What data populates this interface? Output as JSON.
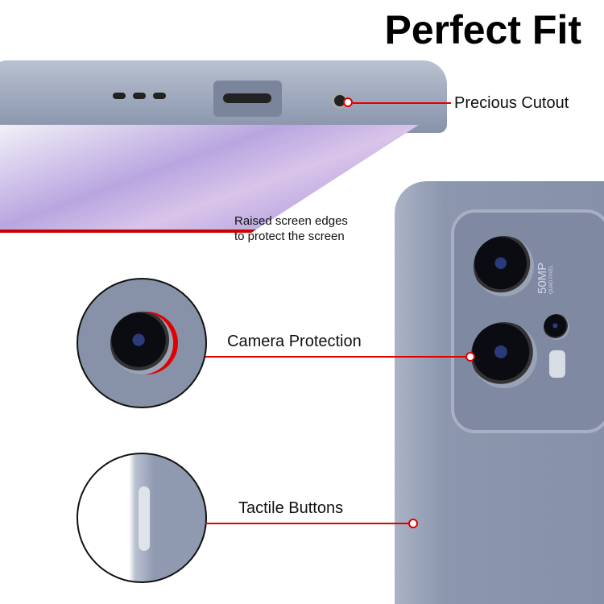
{
  "title": "Perfect Fit",
  "callouts": {
    "cutout": "Precious Cutout",
    "edges_line1": "Raised screen edges",
    "edges_line2": "to protect the screen",
    "camera": "Camera Protection",
    "buttons": "Tactile Buttons"
  },
  "camera_badge": {
    "main": "50MP",
    "sub": "QUAD PIXEL"
  },
  "colors": {
    "accent": "#e00000",
    "case": "#8f9ab0"
  }
}
